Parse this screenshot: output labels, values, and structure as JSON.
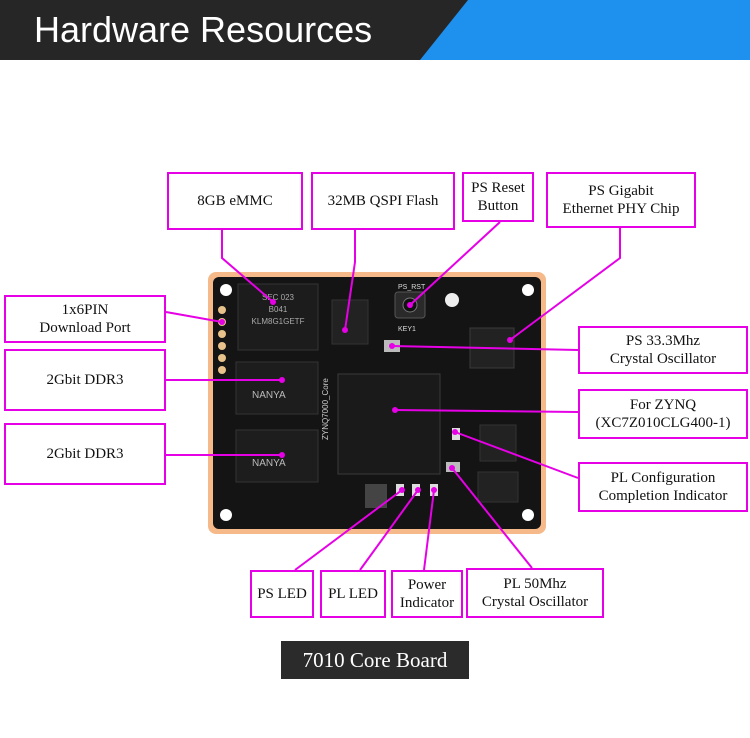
{
  "header": {
    "title": "Hardware Resources",
    "accent_color": "#1e90ee"
  },
  "board": {
    "silkscreen": "ZYNQ7000_Core",
    "reset_mark": "PS_RST",
    "key": "KEY1",
    "ddr_brand": "NANYA"
  },
  "labels": {
    "emmc": "8GB eMMC",
    "qspi": "32MB QSPI Flash",
    "ps_reset": "PS Reset\nButton",
    "ps_phy": "PS Gigabit\nEthernet PHY Chip",
    "download_port": "1x6PIN\nDownload Port",
    "ddr1": "2Gbit DDR3",
    "ddr2": "2Gbit DDR3",
    "ps_osc": "PS 33.3Mhz\nCrystal Oscillator",
    "zynq": "For ZYNQ\n(XC7Z010CLG400-1)",
    "pl_config": "PL Configuration\nCompletion Indicator",
    "ps_led": "PS LED",
    "pl_led": "PL LED",
    "power": "Power\nIndicator",
    "pl_osc": "PL 50Mhz\nCrystal Oscillator"
  },
  "caption": "7010 Core Board",
  "colors": {
    "callout": "#e600e6",
    "board_edge": "#f5b98a",
    "pcb": "#141414"
  }
}
